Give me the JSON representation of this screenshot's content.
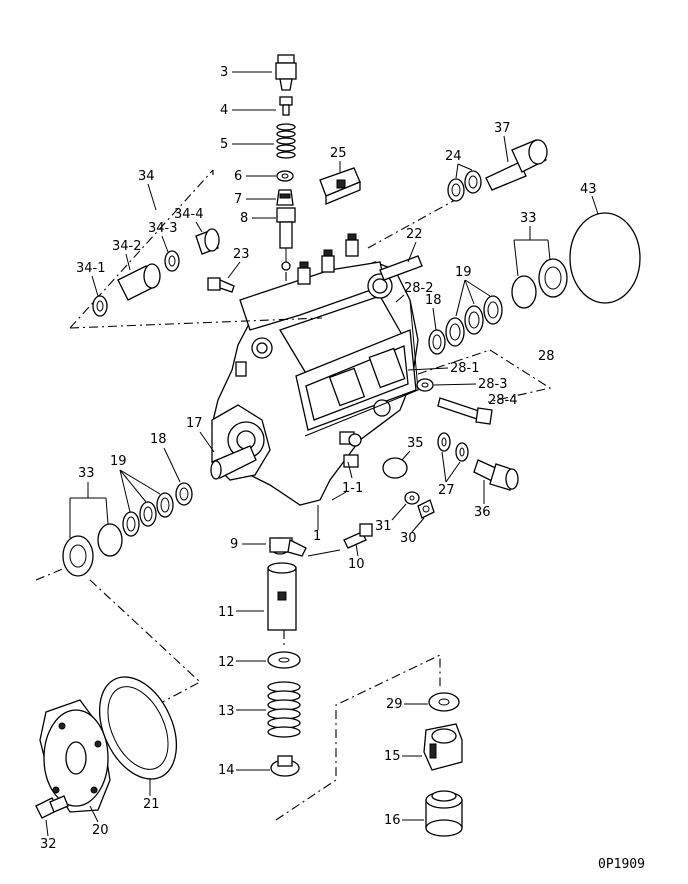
{
  "diagram": {
    "drawing_code": "0P1909",
    "callouts": {
      "c1": "1",
      "c1_1": "1-1",
      "c3": "3",
      "c4": "4",
      "c5": "5",
      "c6": "6",
      "c7": "7",
      "c8": "8",
      "c9": "9",
      "c10": "10",
      "c11": "11",
      "c12": "12",
      "c13": "13",
      "c14": "14",
      "c15": "15",
      "c16": "16",
      "c17": "17",
      "c18a": "18",
      "c18b": "18",
      "c19a": "19",
      "c19b": "19",
      "c20": "20",
      "c21": "21",
      "c22": "22",
      "c23": "23",
      "c24": "24",
      "c25": "25",
      "c27": "27",
      "c28": "28",
      "c28_1": "28-1",
      "c28_2": "28-2",
      "c28_3": "28-3",
      "c28_4": "28-4",
      "c29": "29",
      "c30": "30",
      "c31": "31",
      "c32": "32",
      "c33a": "33",
      "c33b": "33",
      "c34": "34",
      "c34_1": "34-1",
      "c34_2": "34-2",
      "c34_3": "34-3",
      "c34_4": "34-4",
      "c35": "35",
      "c36": "36",
      "c37": "37",
      "c43": "43"
    }
  }
}
